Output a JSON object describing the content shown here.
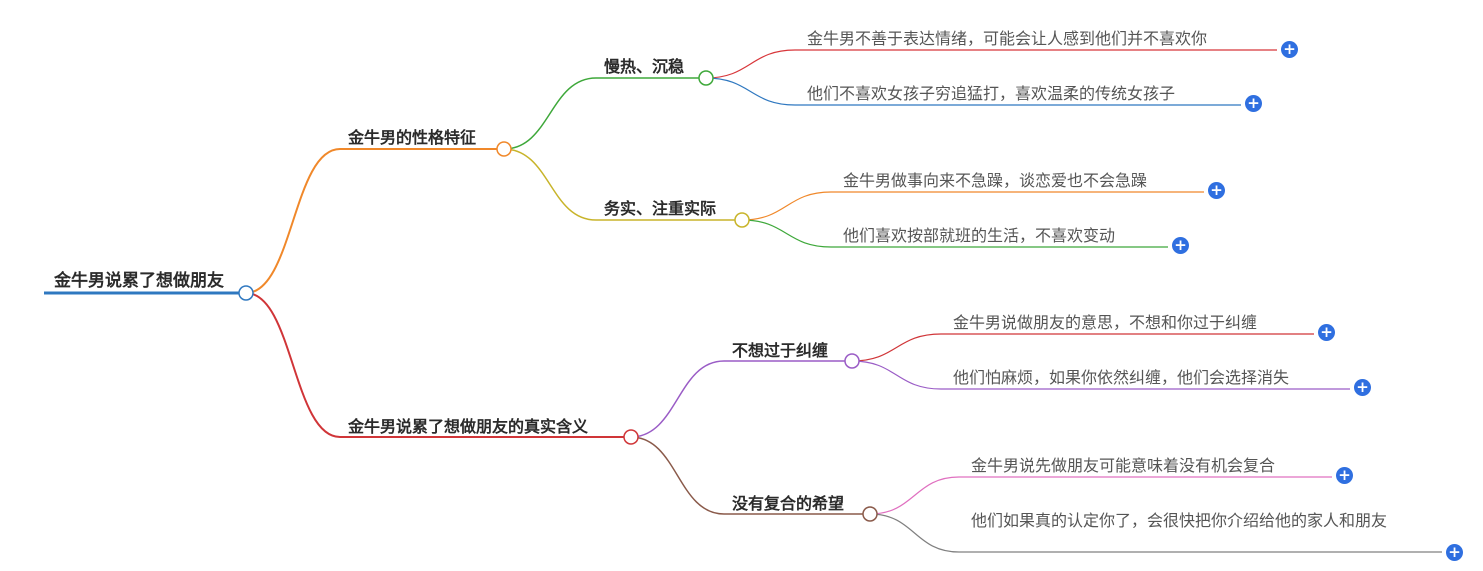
{
  "root": {
    "label": "金牛男说累了想做朋友"
  },
  "branches": [
    {
      "label": "金牛男的性格特征",
      "color": "#f0882a",
      "children": [
        {
          "label": "慢热、沉稳",
          "color": "#3ea83a",
          "leaves": [
            {
              "text": "金牛男不善于表达情绪，可能会让人感到他们并不喜欢你",
              "color": "#d8363a"
            },
            {
              "text": "他们不喜欢女孩子穷追猛打，喜欢温柔的传统女孩子",
              "color": "#2f78c0"
            }
          ]
        },
        {
          "label": "务实、注重实际",
          "color": "#c8b42a",
          "leaves": [
            {
              "text": "金牛男做事向来不急躁，谈恋爱也不会急躁",
              "color": "#f0882a"
            },
            {
              "text": "他们喜欢按部就班的生活，不喜欢变动",
              "color": "#3ea83a"
            }
          ]
        }
      ]
    },
    {
      "label": "金牛男说累了想做朋友的真实含义",
      "color": "#d03538",
      "children": [
        {
          "label": "不想过于纠缠",
          "color": "#9a5cc6",
          "leaves": [
            {
              "text": "金牛男说做朋友的意思，不想和你过于纠缠",
              "color": "#d03538"
            },
            {
              "text": "他们怕麻烦，如果你依然纠缠，他们会选择消失",
              "color": "#9a5cc6"
            }
          ]
        },
        {
          "label": "没有复合的希望",
          "color": "#8a5a4a",
          "leaves": [
            {
              "text": "金牛男说先做朋友可能意味着没有机会复合",
              "color": "#e070c0"
            },
            {
              "text": "他们如果真的认定你了，会很快把你介绍给他的家人和朋友",
              "color": "#808080"
            }
          ]
        }
      ]
    }
  ],
  "root_color": "#2f78c0",
  "expand_symbol": "+"
}
